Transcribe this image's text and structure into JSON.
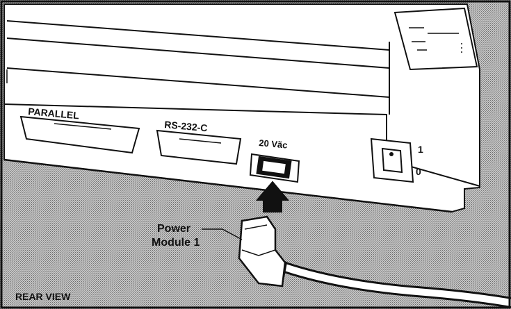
{
  "figure": {
    "view_label": "REAR VIEW",
    "ports": {
      "parallel": "PARALLEL",
      "serial": "RS-232-C",
      "power_in": "20 Vãc"
    },
    "switch": {
      "on_label": "1",
      "off_label": "0"
    },
    "callout": {
      "line1": "Power",
      "line2": "Module 1"
    }
  },
  "colors": {
    "ink": "#111111",
    "paper": "#ffffff",
    "stipple": "#8e8e8e"
  }
}
